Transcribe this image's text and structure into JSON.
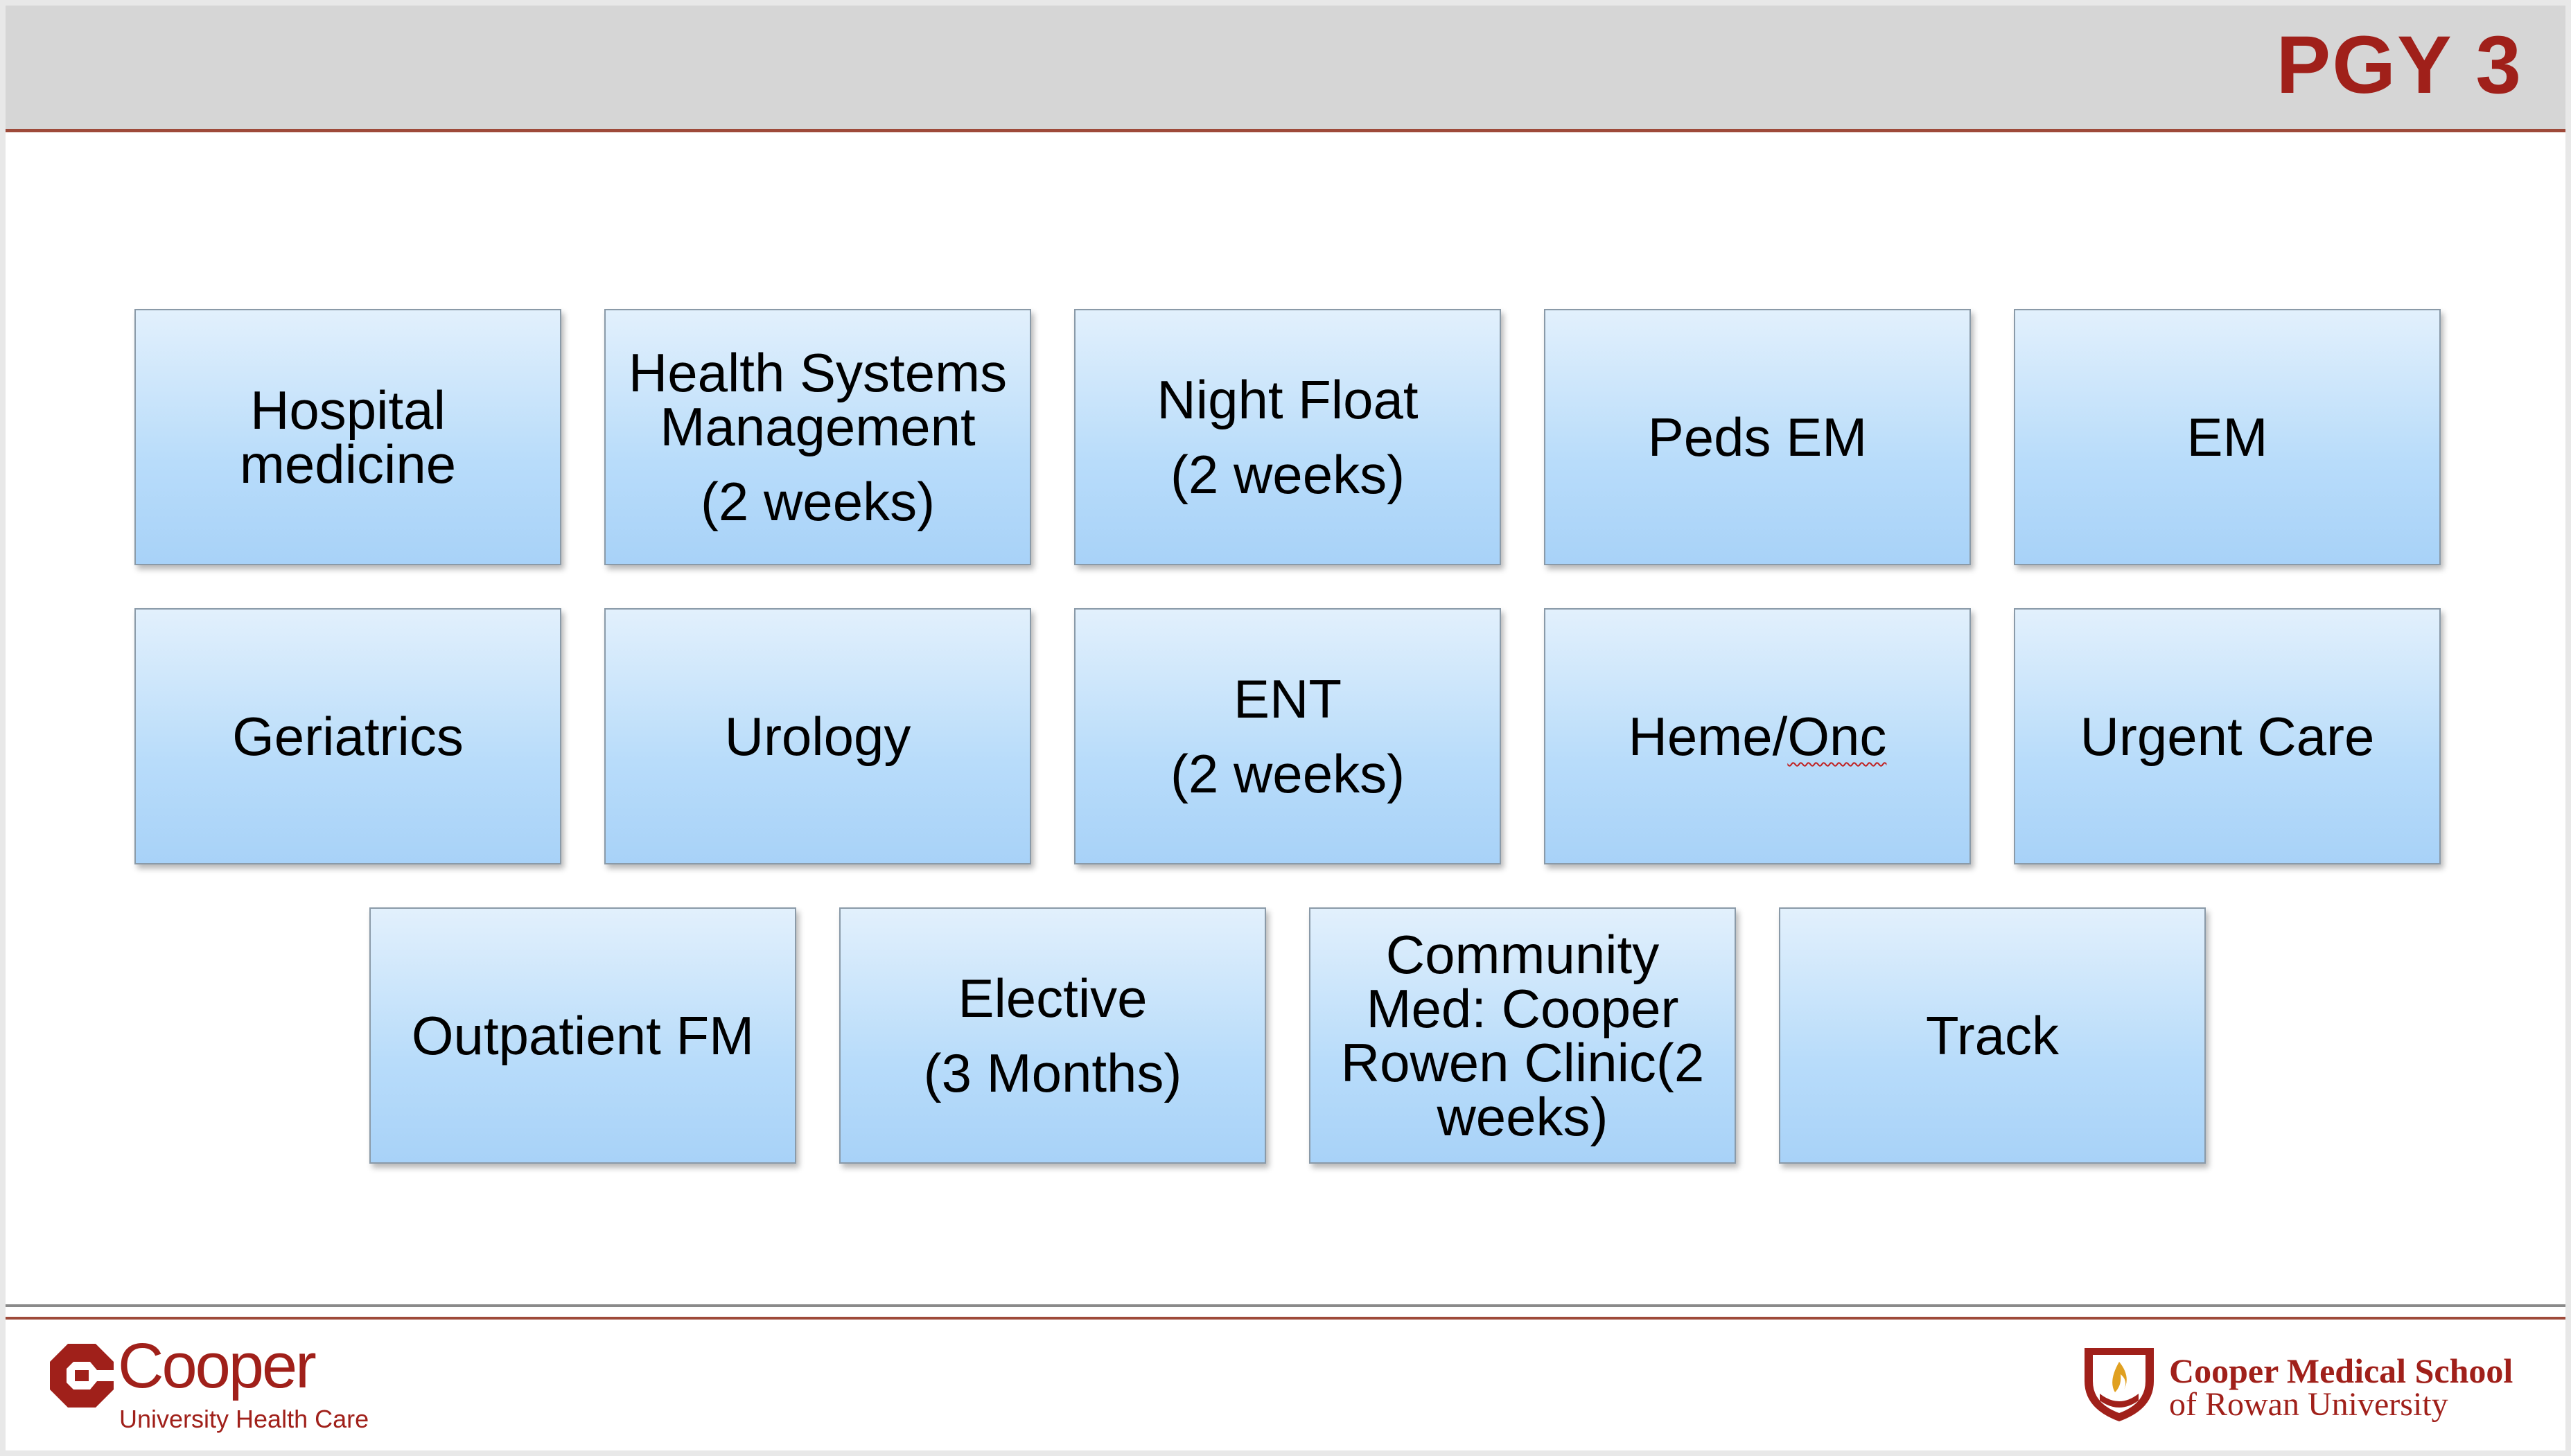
{
  "header": {
    "title": "PGY 3"
  },
  "rotations": [
    [
      "Hospital",
      "medicine"
    ],
    [
      "Health Systems",
      "Management",
      "(2 weeks)"
    ],
    [
      "Night Float",
      "(2 weeks)"
    ],
    [
      "Peds EM"
    ],
    [
      "EM"
    ],
    [
      "Geriatrics"
    ],
    [
      "Urology"
    ],
    [
      "ENT",
      "(2 weeks)"
    ],
    [
      "Heme/",
      "Onc"
    ],
    [
      "Urgent Care"
    ],
    [
      "Outpatient FM"
    ],
    [
      "Elective",
      "(3 Months)"
    ],
    [
      "Community",
      "Med: Cooper",
      "Rowen Clinic(2",
      "weeks)"
    ],
    [
      "Track"
    ]
  ],
  "footer": {
    "left_logo": {
      "name": "Cooper",
      "subtitle": "University Health Care",
      "icon": "cooper-c-icon"
    },
    "right_logo": {
      "line1": "Cooper Medical School",
      "line2": "of Rowan University",
      "icon": "shield-flame-icon"
    }
  },
  "colors": {
    "accent": "#a0201a",
    "box_top": "#e2f0fc",
    "box_bottom": "#a8d2f8",
    "header_bg": "#d6d6d6"
  }
}
